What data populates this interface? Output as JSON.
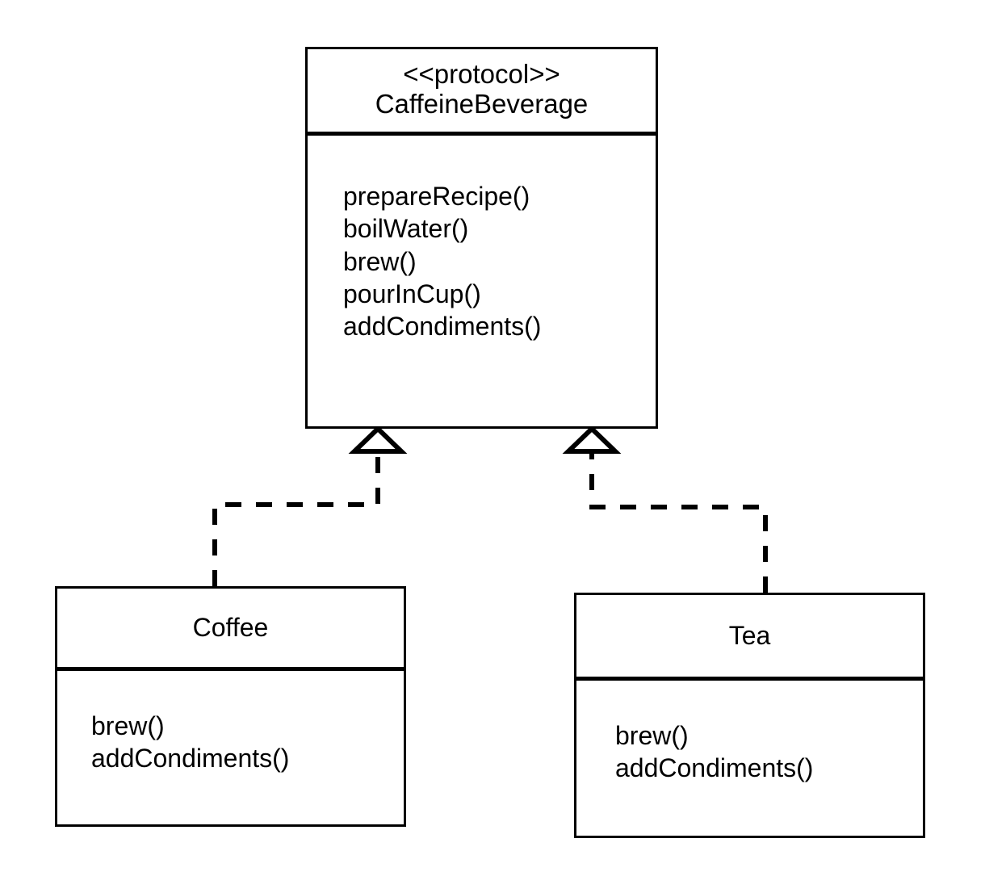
{
  "diagram": {
    "type": "uml-class-diagram",
    "title": "CaffeineBeverage protocol with Coffee and Tea implementations",
    "background_color": "#ffffff",
    "stroke_color": "#000000",
    "classes": [
      {
        "id": "caffeinebeverage",
        "stereotype": "<<protocol>>",
        "name": "CaffeineBeverage",
        "members": [
          "prepareRecipe()",
          "boilWater()",
          "brew()",
          "pourInCup()",
          "addCondiments()"
        ]
      },
      {
        "id": "coffee",
        "stereotype": "",
        "name": "Coffee",
        "members": [
          "brew()",
          "addCondiments()"
        ]
      },
      {
        "id": "tea",
        "stereotype": "",
        "name": "Tea",
        "members": [
          "brew()",
          "addCondiments()"
        ]
      }
    ],
    "relationships": [
      {
        "kind": "realization",
        "line_style": "dashed",
        "arrowhead": "hollow-triangle",
        "from": "Coffee",
        "to": "CaffeineBeverage"
      },
      {
        "kind": "realization",
        "line_style": "dashed",
        "arrowhead": "hollow-triangle",
        "from": "Tea",
        "to": "CaffeineBeverage"
      }
    ]
  }
}
